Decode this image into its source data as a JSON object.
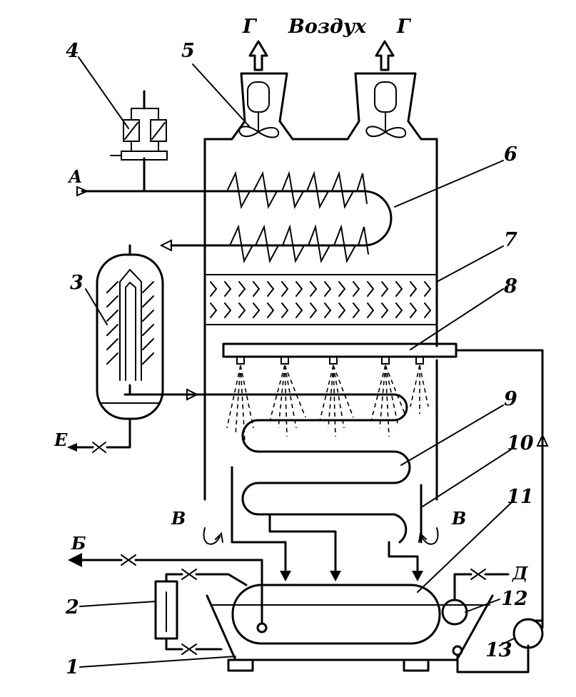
{
  "title_air": "Воздух",
  "flow_labels": {
    "g_left": "Г",
    "g_right": "Г",
    "a": "А",
    "b": "Б",
    "v_left": "В",
    "v_right": "В",
    "d": "Д",
    "e": "Е"
  },
  "numbers": {
    "n1": "1",
    "n2": "2",
    "n3": "3",
    "n4": "4",
    "n5": "5",
    "n6": "6",
    "n7": "7",
    "n8": "8",
    "n9": "9",
    "n10": "10",
    "n11": "11",
    "n12": "12",
    "n13": "13"
  },
  "colors": {
    "line": "#000000",
    "background": "#ffffff"
  }
}
